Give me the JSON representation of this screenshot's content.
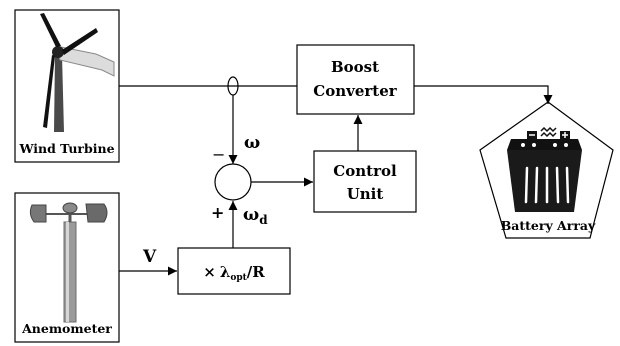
{
  "blocks": {
    "wind_turbine": "Wind Turbine",
    "anemometer": "Anemometer",
    "boost_converter": [
      "Boost",
      "Converter"
    ],
    "control_unit": [
      "Control",
      "Unit"
    ],
    "battery_array": "Battery Array",
    "gain_prefix": "×",
    "gain_lambda": "λ",
    "gain_subscript": "opt",
    "gain_suffix": "/R"
  },
  "signals": {
    "omega": "ω",
    "omega_d": "ω",
    "omega_d_subscript": "d",
    "wind_speed": "V",
    "minus_sign": "−",
    "plus_sign": "+"
  },
  "icons": {
    "turbine": "wind-turbine-icon",
    "anemometer": "anemometer-icon",
    "battery": "battery-icon"
  },
  "colors": {
    "stroke": "#000000",
    "background": "#ffffff"
  }
}
